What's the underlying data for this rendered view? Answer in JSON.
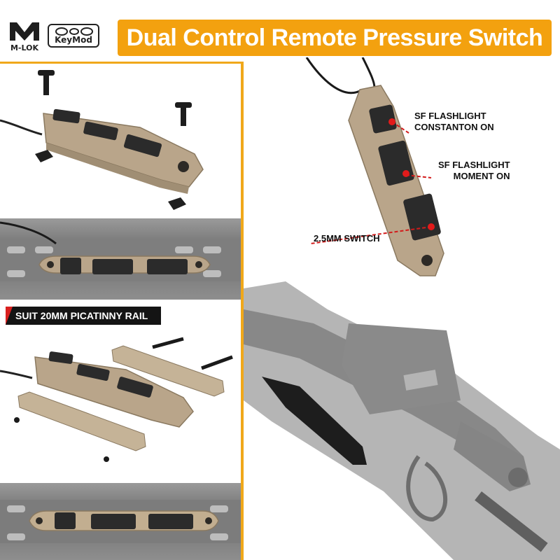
{
  "header": {
    "title": "Dual Control Remote Pressure Switch",
    "logo_mlok": "M-LOK",
    "logo_keymod": "KeyMod"
  },
  "labels": {
    "suit_rail": "SUIT 20MM PICATINNY RAIL"
  },
  "callouts": [
    {
      "id": "constant-on",
      "line1": "SF FLASHLIGHT",
      "line2": "CONSTANTON ON"
    },
    {
      "id": "moment-on",
      "line1": "SF FLASHLIGHT",
      "line2": "MOMENT ON"
    },
    {
      "id": "switch-size",
      "line1": "2.5MM SWITCH",
      "line2": ""
    }
  ],
  "colors": {
    "accent": "#f3a10f",
    "tan": "#b9a58a",
    "callout_dot": "#e21b1b",
    "label_bg": "#141414",
    "label_flag": "#d9201f"
  }
}
